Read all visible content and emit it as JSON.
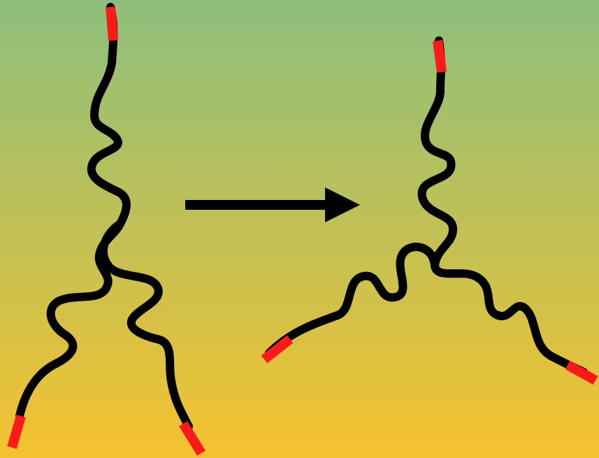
{
  "colors": {
    "background_top": "#8dbf7c",
    "background_bottom": "#f5c22f",
    "chain": "#000000",
    "chain_end": "#ff1a1a",
    "arrow": "#000000"
  },
  "figures": [
    {
      "name": "left-molecule",
      "state": "entangled branched chains",
      "arms": 3
    },
    {
      "name": "right-molecule",
      "state": "three-arm star polymer",
      "arms": 3
    }
  ],
  "arrow": {
    "direction": "right"
  }
}
